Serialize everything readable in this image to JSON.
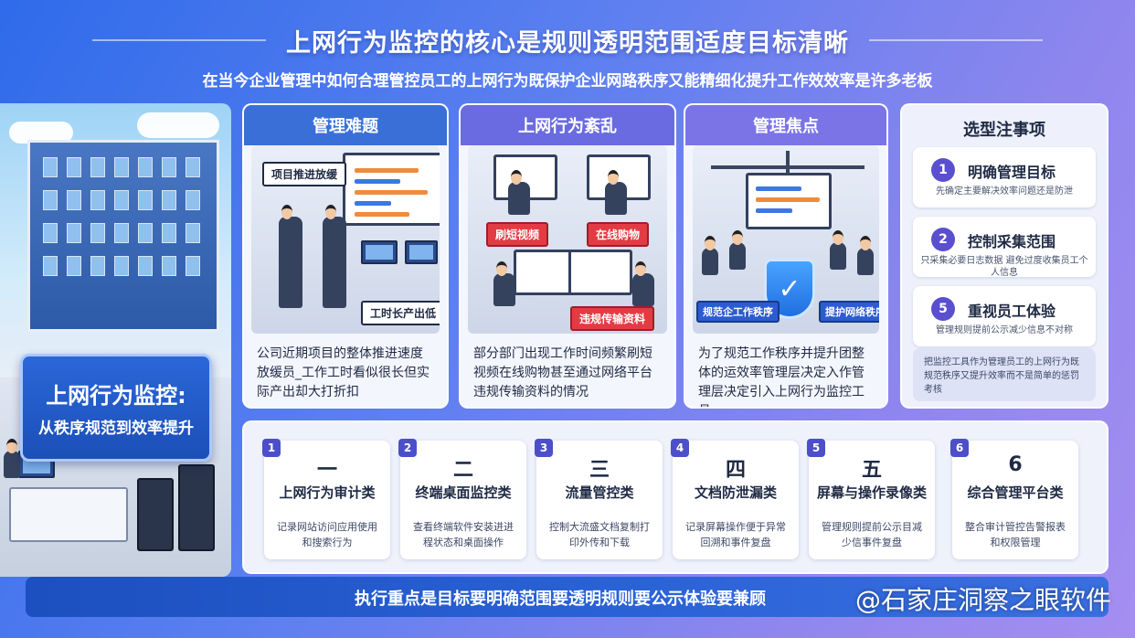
{
  "header": {
    "title": "上网行为监控的核心是规则透明范围适度目标清晰",
    "subtitle": "在当今企业管理中如何合理管控员工的上网行为既保护企业网路秩序又能精细化提升工作效效率是许多老板"
  },
  "hero": {
    "line1": "上网行为监控:",
    "line2": "从秩序规范到效率提升"
  },
  "cards": [
    {
      "title": "管理难题",
      "head_color": "#3a6fd8",
      "tags": [
        "项目推进放缓",
        "工时长产出低"
      ],
      "text": "公司近期项目的整体推进速度放缓员_工作工时看似很长但实际产出却大打折扣"
    },
    {
      "title": "上网行为紊乱",
      "head_color": "#6a6be0",
      "tags": [
        "刷短视频",
        "在线购物",
        "违规传输资料"
      ],
      "text": "部分部门出现工作时间频繁刷短视频在线购物甚至通过网络平台违规传输资料的情况"
    },
    {
      "title": "管理焦点",
      "head_color": "#7a74e6",
      "tags": [
        "规范企工作秩序",
        "提护网络秩序"
      ],
      "text": "为了规范工作秩序并提升团整体的运效率管理层决定入作管理层决定引入上网行为监控工具"
    }
  ],
  "notes": {
    "title": "选型注事项",
    "items": [
      {
        "num": "1",
        "head": "明确管理目标",
        "desc": "先确定主要解决效率问题还是防泄"
      },
      {
        "num": "2",
        "head": "控制采集范围",
        "desc": "只采集必要日志数据 避免过度收集员工个人信息"
      },
      {
        "num": "5",
        "head": "重视员工体验",
        "desc": "管理规则提前公示减少信息不对称"
      }
    ],
    "footer": "把监控工具作为管理员工的上网行为既规范秩序又提升效率而不是简单的惩罚考核"
  },
  "categories": [
    {
      "badge": "1",
      "num": "一",
      "title": "上网行为审计类",
      "desc": "记录网站访问应用使用和搜索行为"
    },
    {
      "badge": "2",
      "num": "二",
      "title": "终端桌面监控类",
      "desc": "查看终端软件安装进进程状态和桌面操作"
    },
    {
      "badge": "3",
      "num": "三",
      "title": "流量管控类",
      "desc": "控制大流盛文档复制打印外传和下载"
    },
    {
      "badge": "4",
      "num": "四",
      "title": "文档防泄漏类",
      "desc": "记录屏幕操作便于异常回溯和事件复盘"
    },
    {
      "badge": "5",
      "num": "五",
      "title": "屏幕与操作录像类",
      "desc": "管理规则提前公示目减少信事件复盘"
    },
    {
      "badge": "6",
      "num": "6",
      "title": "综合管理平台类",
      "desc": "整合审计管控告警报表和权限管理"
    }
  ],
  "footer": {
    "text": "执行重点是目标要明确范围要透明规则要公示体验要兼顾",
    "watermark": "@石家庄洞察之眼软件"
  }
}
